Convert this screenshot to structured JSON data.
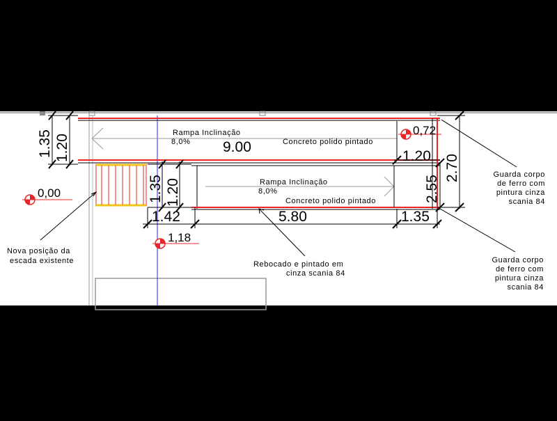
{
  "colors": {
    "background": "#000000",
    "paper": "#ffffff",
    "rail_red": "#e8262a",
    "stair_yellow": "#f3c318",
    "axis_blue": "#2020ff",
    "line_dark": "#000000",
    "line_gray": "#999999"
  },
  "ramps": {
    "upper": {
      "label": "Rampa Inclinação",
      "slope": "8,0%",
      "finish": "Concreto polido pintado"
    },
    "lower": {
      "label": "Rampa Inclinação",
      "slope": "8,0%",
      "finish": "Concreto polido pintado"
    }
  },
  "dimensions": {
    "upper_length": "9.00",
    "lower_length": "5.80",
    "landing_top": "1.20",
    "landing_bottom": "1.35",
    "stair_width": "1.42",
    "left_135": "1.35",
    "left_120": "1.20",
    "mid_135": "1.35",
    "mid_120": "1.20",
    "right_255": "2.55",
    "right_270": "2.70"
  },
  "elevations": {
    "ground": "0,00",
    "mid": "1,18",
    "top": "0,72"
  },
  "notes": {
    "stair": [
      "Nova posição da",
      "escada existente"
    ],
    "plaster": [
      "Rebocado e pintado em",
      "cinza scania 84"
    ],
    "guard_top": [
      "Guarda corpo",
      "de ferro com",
      "pintura cinza",
      "scania 84"
    ],
    "guard_bottom": [
      "Guarda corpo",
      "de ferro com",
      "pintura cinza",
      "scania 84"
    ]
  }
}
